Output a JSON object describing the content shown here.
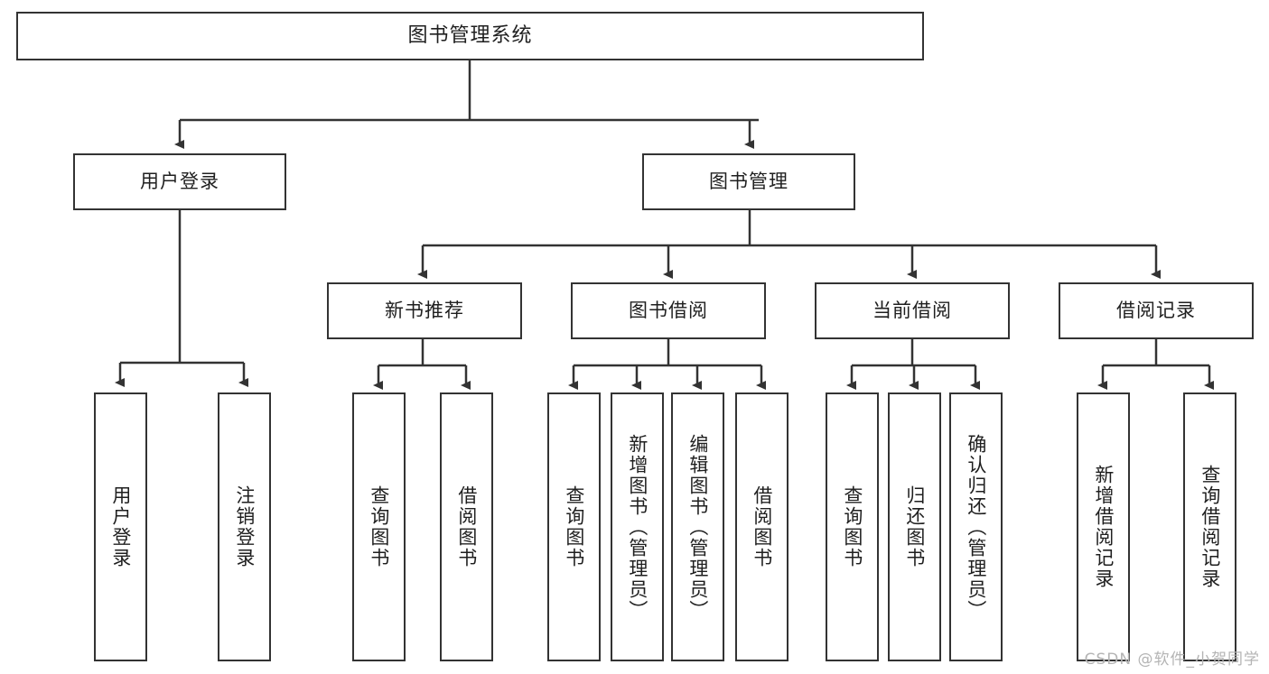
{
  "diagram": {
    "title": "图书管理系统",
    "watermark": "CSDN @软件_小贺同学",
    "root": {
      "label": "图书管理系统"
    },
    "level2": [
      {
        "label": "用户登录"
      },
      {
        "label": "图书管理"
      }
    ],
    "level3": [
      {
        "label": "新书推荐"
      },
      {
        "label": "图书借阅"
      },
      {
        "label": "当前借阅"
      },
      {
        "label": "借阅记录"
      }
    ],
    "leaves": {
      "user_login": [
        {
          "label": "用户登录"
        },
        {
          "label": "注销登录"
        }
      ],
      "new_book_recommend": [
        {
          "label": "查询图书"
        },
        {
          "label": "借阅图书"
        }
      ],
      "book_borrow": [
        {
          "label": "查询图书"
        },
        {
          "label": "新增图书（管理员）"
        },
        {
          "label": "编辑图书（管理员）"
        },
        {
          "label": "借阅图书"
        }
      ],
      "current_borrow": [
        {
          "label": "查询图书"
        },
        {
          "label": "归还图书"
        },
        {
          "label": "确认归还（管理员）"
        }
      ],
      "borrow_record": [
        {
          "label": "新增借阅记录"
        },
        {
          "label": "查询借阅记录"
        }
      ]
    },
    "colors": {
      "stroke": "#333333",
      "box_fill": "#ffffff",
      "text": "#1f1f1f",
      "watermark": "#b4b4b4"
    }
  }
}
